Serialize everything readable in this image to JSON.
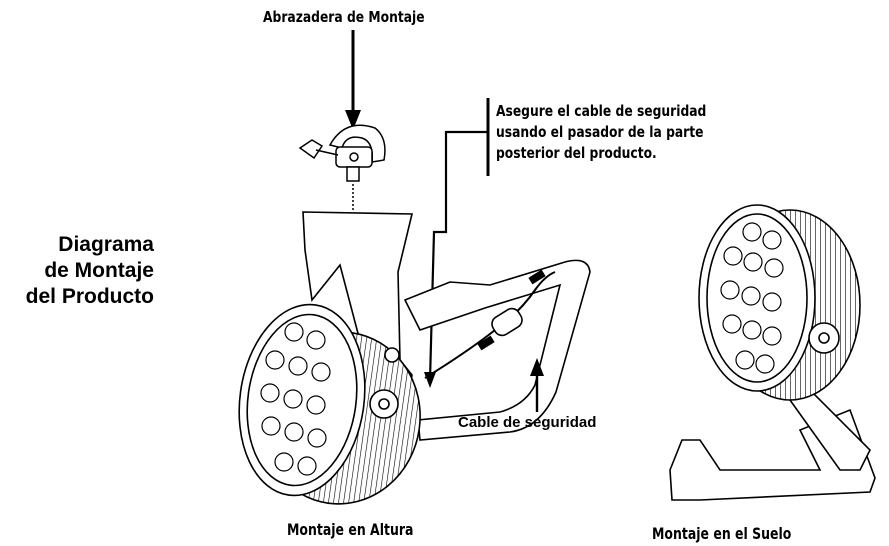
{
  "diagram": {
    "title_lines": [
      "Diagrama",
      "de Montaje",
      "del Producto"
    ],
    "clamp_label": "Abrazadera de Montaje",
    "safety_note_lines": [
      "Asegure el cable de seguridad",
      "usando el pasador de la parte",
      "posterior del producto."
    ],
    "cable_label": "Cable de seguridad",
    "caption_hanging": "Montaje en Altura",
    "caption_floor": "Montaje en el Suelo"
  },
  "colors": {
    "line": "#000000",
    "background": "#ffffff",
    "shade": "#e6e6e6"
  }
}
